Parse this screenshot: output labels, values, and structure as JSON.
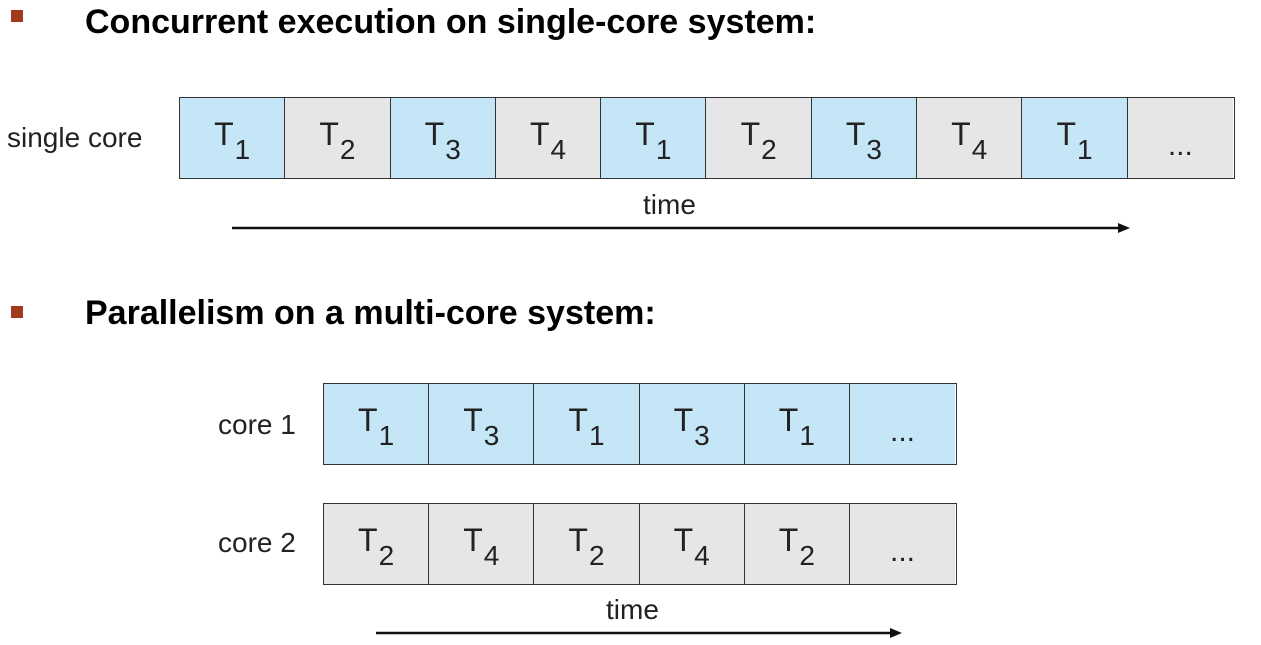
{
  "colors": {
    "bullet": "#a0391e",
    "blue": "#c5e6f6",
    "gray": "#e6e6e9",
    "stroke": "#333333"
  },
  "section1": {
    "heading": "Concurrent execution on single-core system:",
    "row_label": "single core",
    "time_label": "time",
    "cells": [
      {
        "letter": "T",
        "sub": "1",
        "color": "blue"
      },
      {
        "letter": "T",
        "sub": "2",
        "color": "gray"
      },
      {
        "letter": "T",
        "sub": "3",
        "color": "blue"
      },
      {
        "letter": "T",
        "sub": "4",
        "color": "gray"
      },
      {
        "letter": "T",
        "sub": "1",
        "color": "blue"
      },
      {
        "letter": "T",
        "sub": "2",
        "color": "gray"
      },
      {
        "letter": "T",
        "sub": "3",
        "color": "blue"
      },
      {
        "letter": "T",
        "sub": "4",
        "color": "gray"
      },
      {
        "letter": "T",
        "sub": "1",
        "color": "blue"
      },
      {
        "ellipsis": "...",
        "color": "gray"
      }
    ]
  },
  "section2": {
    "heading": "Parallelism on a multi-core system:",
    "time_label": "time",
    "cores": [
      {
        "label": "core 1",
        "cells": [
          {
            "letter": "T",
            "sub": "1",
            "color": "blue"
          },
          {
            "letter": "T",
            "sub": "3",
            "color": "blue"
          },
          {
            "letter": "T",
            "sub": "1",
            "color": "blue"
          },
          {
            "letter": "T",
            "sub": "3",
            "color": "blue"
          },
          {
            "letter": "T",
            "sub": "1",
            "color": "blue"
          },
          {
            "ellipsis": "...",
            "color": "blue"
          }
        ]
      },
      {
        "label": "core 2",
        "cells": [
          {
            "letter": "T",
            "sub": "2",
            "color": "gray"
          },
          {
            "letter": "T",
            "sub": "4",
            "color": "gray"
          },
          {
            "letter": "T",
            "sub": "2",
            "color": "gray"
          },
          {
            "letter": "T",
            "sub": "4",
            "color": "gray"
          },
          {
            "letter": "T",
            "sub": "2",
            "color": "gray"
          },
          {
            "ellipsis": "...",
            "color": "gray"
          }
        ]
      }
    ]
  }
}
